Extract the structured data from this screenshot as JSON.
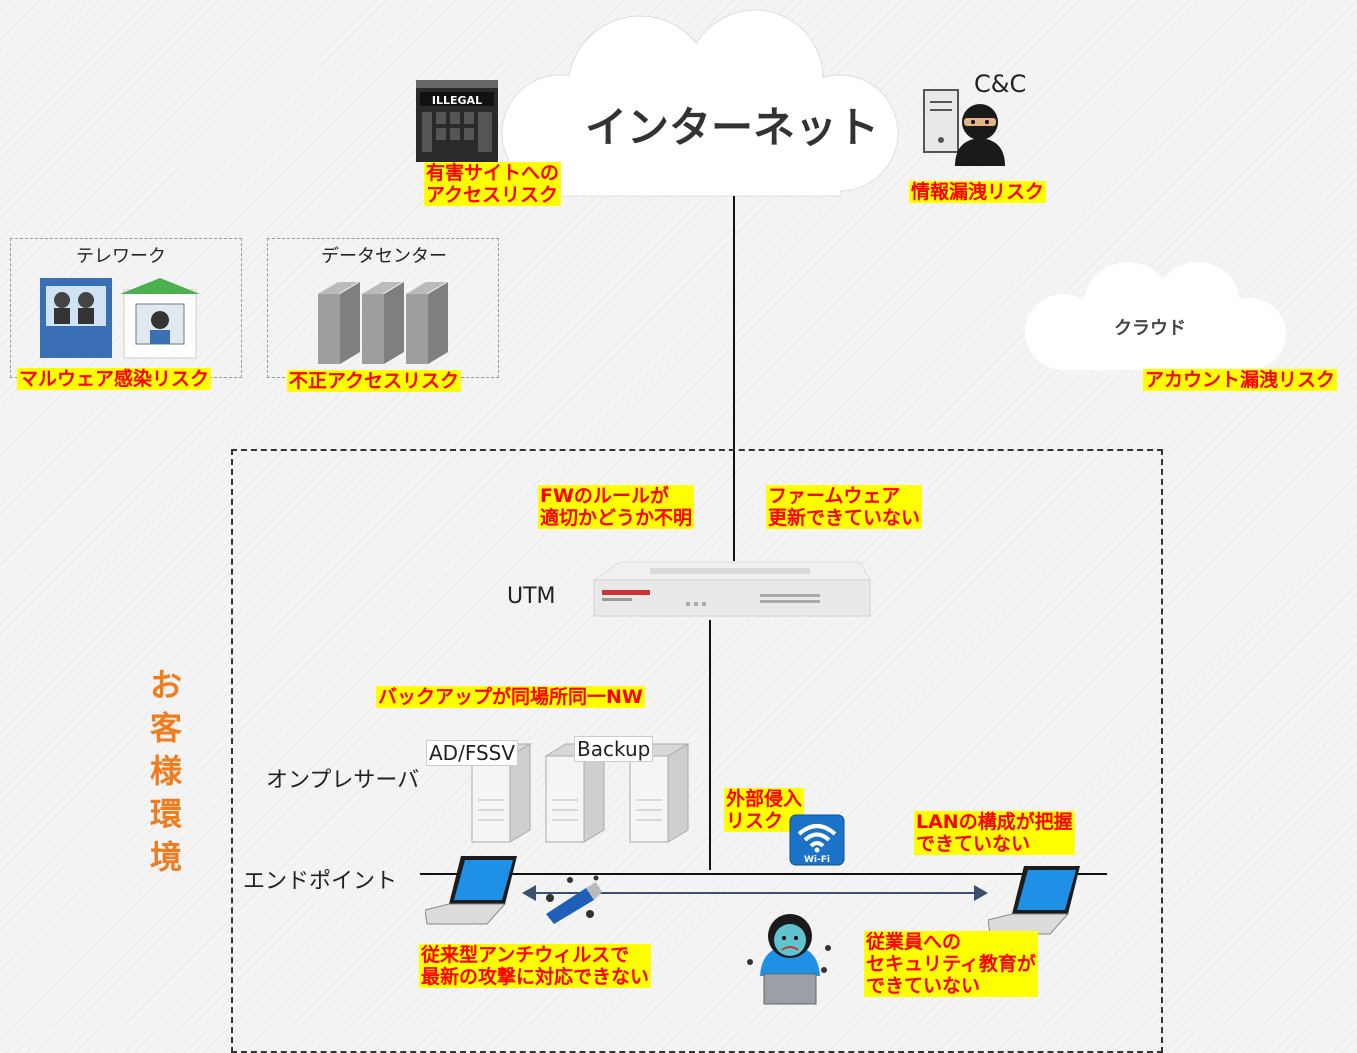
{
  "internet": {
    "label": "インターネット"
  },
  "cc_label": "C&C",
  "cloud": {
    "label": "クラウド"
  },
  "telework": {
    "title": "テレワーク"
  },
  "datacenter": {
    "title": "データセンター"
  },
  "utm_label": "UTM",
  "onprem_label": "オンプレサーバ",
  "endpoint_label": "エンドポイント",
  "servers": {
    "ad_label": "AD/FSSV",
    "backup_label": "Backup"
  },
  "customer_env": [
    "お",
    "客",
    "様",
    "環",
    "境"
  ],
  "wifi_label": "Wi-Fi",
  "illegal_label": "ILLEGAL",
  "risks": {
    "harmful_site": "有害サイトへの\nアクセスリスク",
    "info_leak": "情報漏洩リスク",
    "malware": "マルウェア感染リスク",
    "unauthorized": "不正アクセスリスク",
    "account_leak": "アカウント漏洩リスク",
    "fw_rules": "FWのルールが\n適切かどうか不明",
    "firmware": "ファームウェア\n更新できていない",
    "backup_nw": "バックアップが同場所同一NW",
    "intrusion": "外部侵入\nリスク",
    "lan_config": "LANの構成が把握\nできていない",
    "antivirus": "従来型アンチウィルスで\n最新の攻撃に対応できない",
    "education": "従業員への\nセキュリティ教育が\nできていない"
  },
  "colors": {
    "risk_text": "#ff0000",
    "risk_bg": "#ffff00",
    "accent_orange": "#f07c1e"
  }
}
